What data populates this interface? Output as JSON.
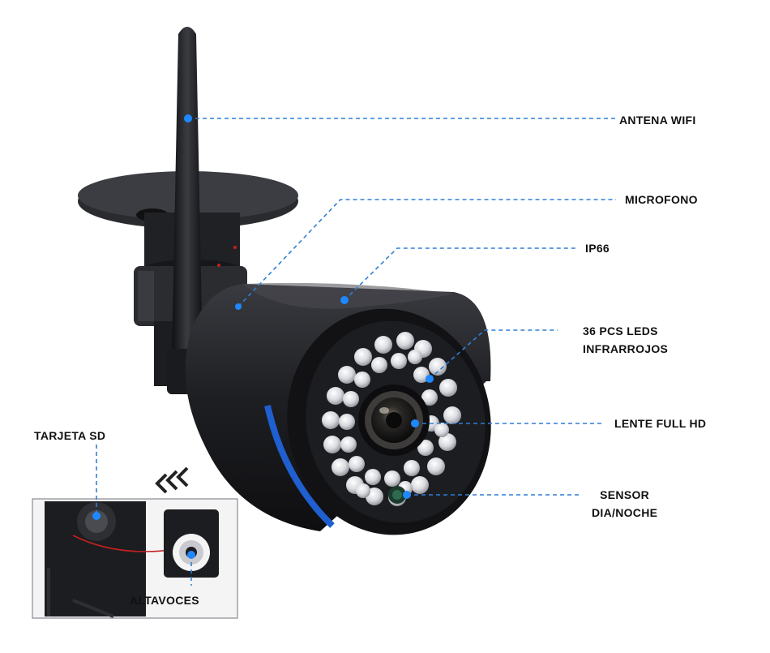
{
  "labels": {
    "antena": "ANTENA WIFI",
    "microfono": "MICROFONO",
    "ip66": "IP66",
    "leds_line1": "36 PCS LEDS",
    "leds_line2": "INFRARROJOS",
    "lente": "LENTE FULL HD",
    "sensor_line1": "SENSOR",
    "sensor_line2": "DIA/NOCHE",
    "tarjeta": "TARJETA SD",
    "altavoces": "ALTAVOCES"
  },
  "icons": {
    "direction_arrows": "triple-chevron-left-icon"
  },
  "colors": {
    "leader_line": "#2f7fd6",
    "marker_dot": "#1e88ff",
    "camera_body": "#1c1d20",
    "accent_ring": "#1f5fd0",
    "label_text": "#111111"
  }
}
